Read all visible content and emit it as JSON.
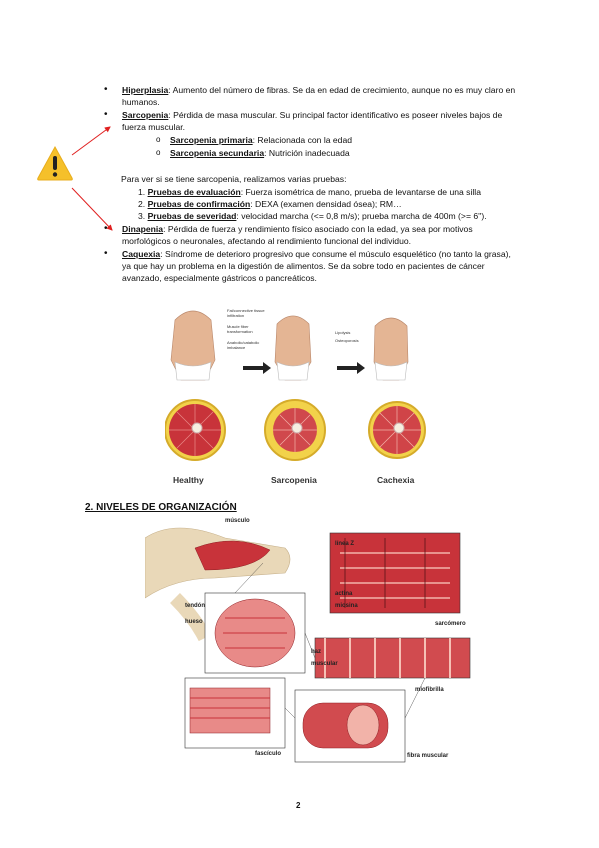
{
  "bullets": [
    {
      "term": "Hiperplasia",
      "text": ": Aumento del número de fibras. Se da en edad de crecimiento, aunque no es muy claro en humanos."
    },
    {
      "term": "Sarcopenia",
      "text": ": Pérdida de masa muscular. Su principal factor identificativo es poseer niveles bajos de fuerza muscular."
    }
  ],
  "sarcopenia_types": [
    {
      "term": "Sarcopenia primaria",
      "text": ": Relacionada con la edad"
    },
    {
      "term": "Sarcopenia secundaria",
      "text": ": Nutrición inadecuada"
    }
  ],
  "tests_intro": "Para ver si se tiene sarcopenia, realizamos varias pruebas:",
  "tests": [
    {
      "num": "1.",
      "term": "Pruebas de evaluación",
      "text": ": Fuerza isométrica de mano, prueba de levantarse de una silla"
    },
    {
      "num": "2.",
      "term": "Pruebas de confirmación",
      "text": ": DEXA (examen densidad ósea); RM…"
    },
    {
      "num": "3.",
      "term": "Pruebas de severidad",
      "text": ": velocidad marcha (<= 0,8 m/s); prueba marcha de 400m (>= 6'')."
    }
  ],
  "bullets2": [
    {
      "term": "Dinapenia",
      "text": ": Pérdida de fuerza y rendimiento físico asociado con la edad, ya sea por motivos morfológicos o neuronales, afectando al rendimiento funcional del individuo."
    },
    {
      "term": "Caquexia",
      "text": ": Síndrome de deterioro progresivo que consume el músculo esquelético (no tanto la grasa), ya que hay un problema en la digestión de alimentos. Se da sobre todo en pacientes de cáncer avanzado, especialmente gástricos o pancreáticos."
    }
  ],
  "figure1": {
    "labels": [
      "Healthy",
      "Sarcopenia",
      "Cachexia"
    ],
    "annotations_left": [
      "Fat/connective tissue infiltration",
      "Muscle fiber transformation",
      "Anabolic/catabolic imbalance"
    ],
    "annotations_right": [
      "Lipolysis",
      "Osteoporosis"
    ]
  },
  "section_title": "2. NIVELES DE ORGANIZACIÓN",
  "figure2": {
    "musculo": "músculo",
    "tendon": "tendón",
    "hueso": "hueso",
    "haz": "haz muscular",
    "fasciculo": "fascículo",
    "fibra": "fibra muscular",
    "linea_z": "línea Z",
    "actina": "actina",
    "miosina": "miosina",
    "sarcomero": "sarcómero",
    "miofibrilla": "miofibrilla"
  },
  "page_number": "2",
  "colors": {
    "arrow": "#e02020",
    "warning": "#f5c02a",
    "muscle": "#c8333a",
    "muscle_light": "#e88a88"
  }
}
